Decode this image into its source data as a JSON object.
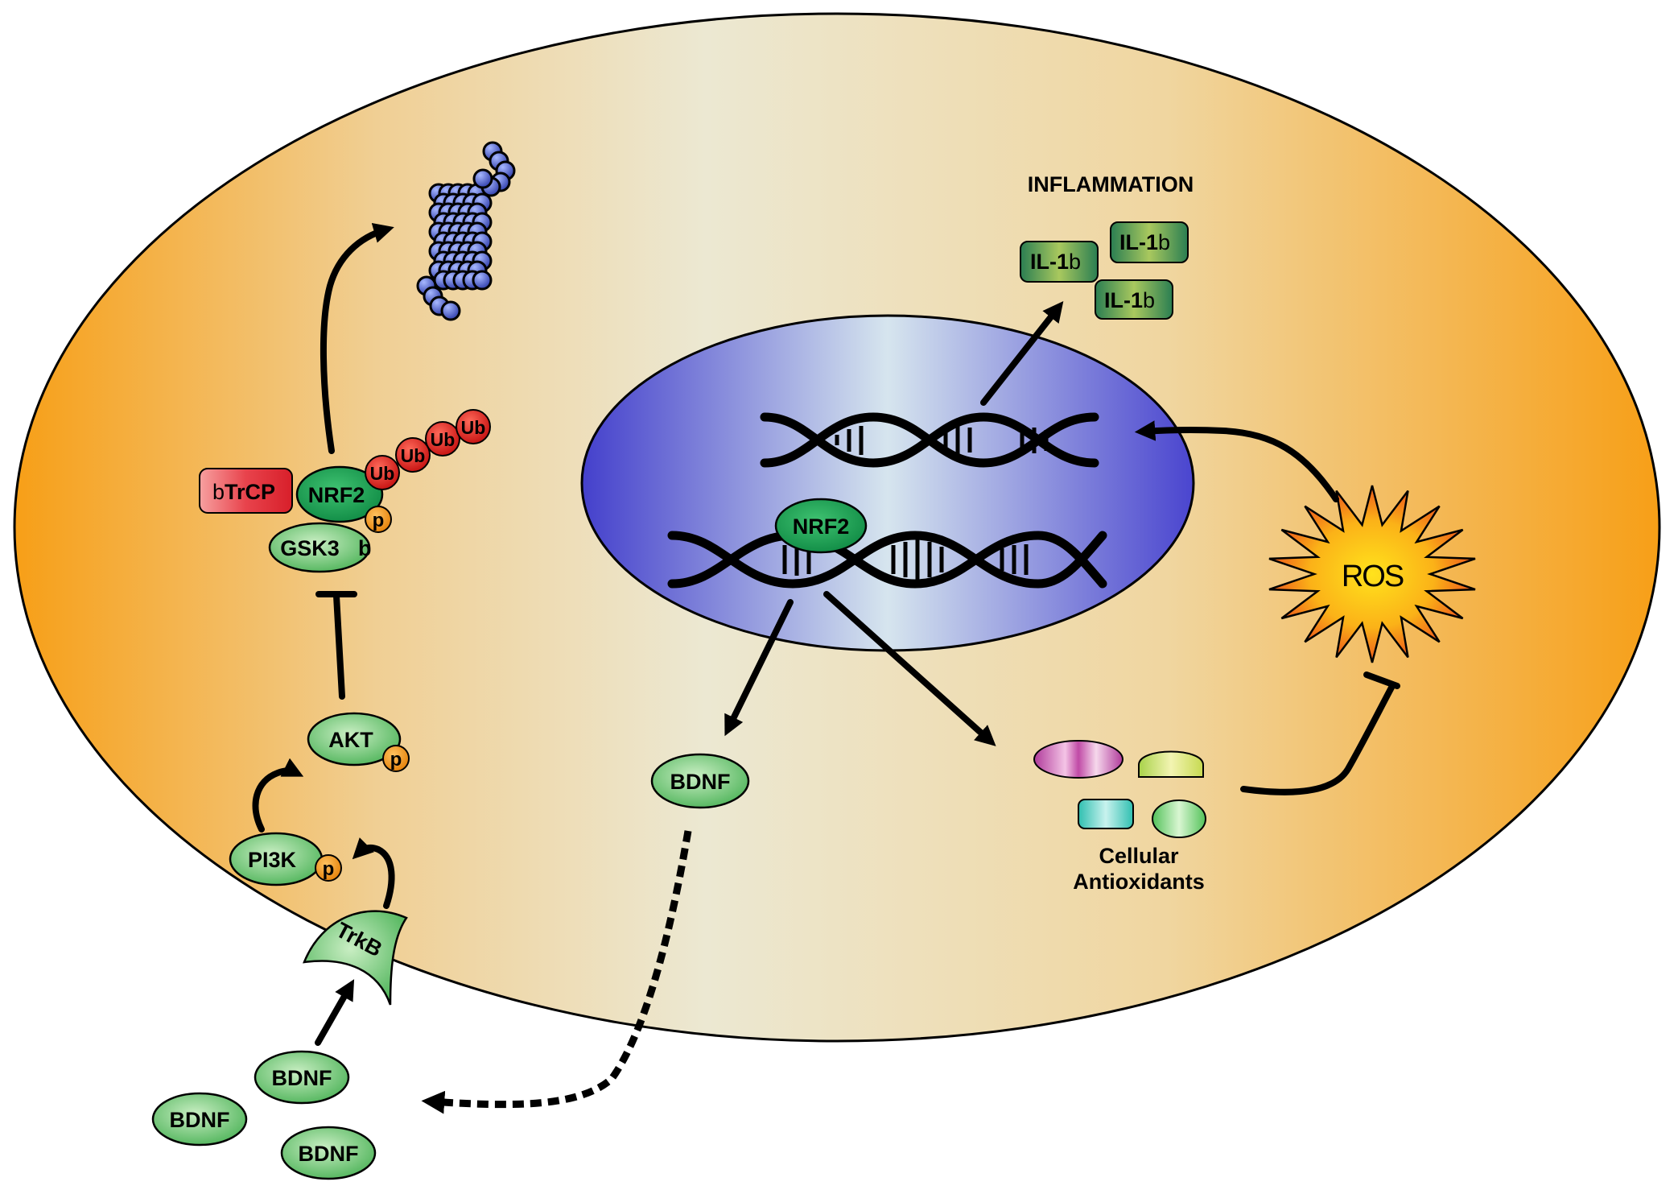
{
  "labels": {
    "inflammation": "INFLAMMATION",
    "il1b_prefix": "IL-1",
    "il1b_suffix": "b",
    "nrf2": "NRF2",
    "btrcp_prefix": "b",
    "btrcp_main": "TrCP",
    "ub": "Ub",
    "p": "p",
    "gsk3": "GSK3",
    "gsk3_suffix": "b",
    "akt": "AKT",
    "pi3k": "PI3K",
    "trkb": "TrkB",
    "bdnf": "BDNF",
    "ros": "ROS",
    "antioxidants_line1": "Cellular",
    "antioxidants_line2": "Antioxidants"
  },
  "colors": {
    "cell_edge": "#f7a11b",
    "cell_center": "#ece8d2",
    "nucleus_edge": "#4a45cc",
    "nucleus_center": "#d6e4ee",
    "protein_green": "#7ccf7c",
    "nrf2_green": "#1fa85a",
    "ub_red": "#e11b1b",
    "phospho_orange": "#f39a1e",
    "ros_red": "#ea3b14",
    "ros_yellow": "#ffe01a"
  }
}
